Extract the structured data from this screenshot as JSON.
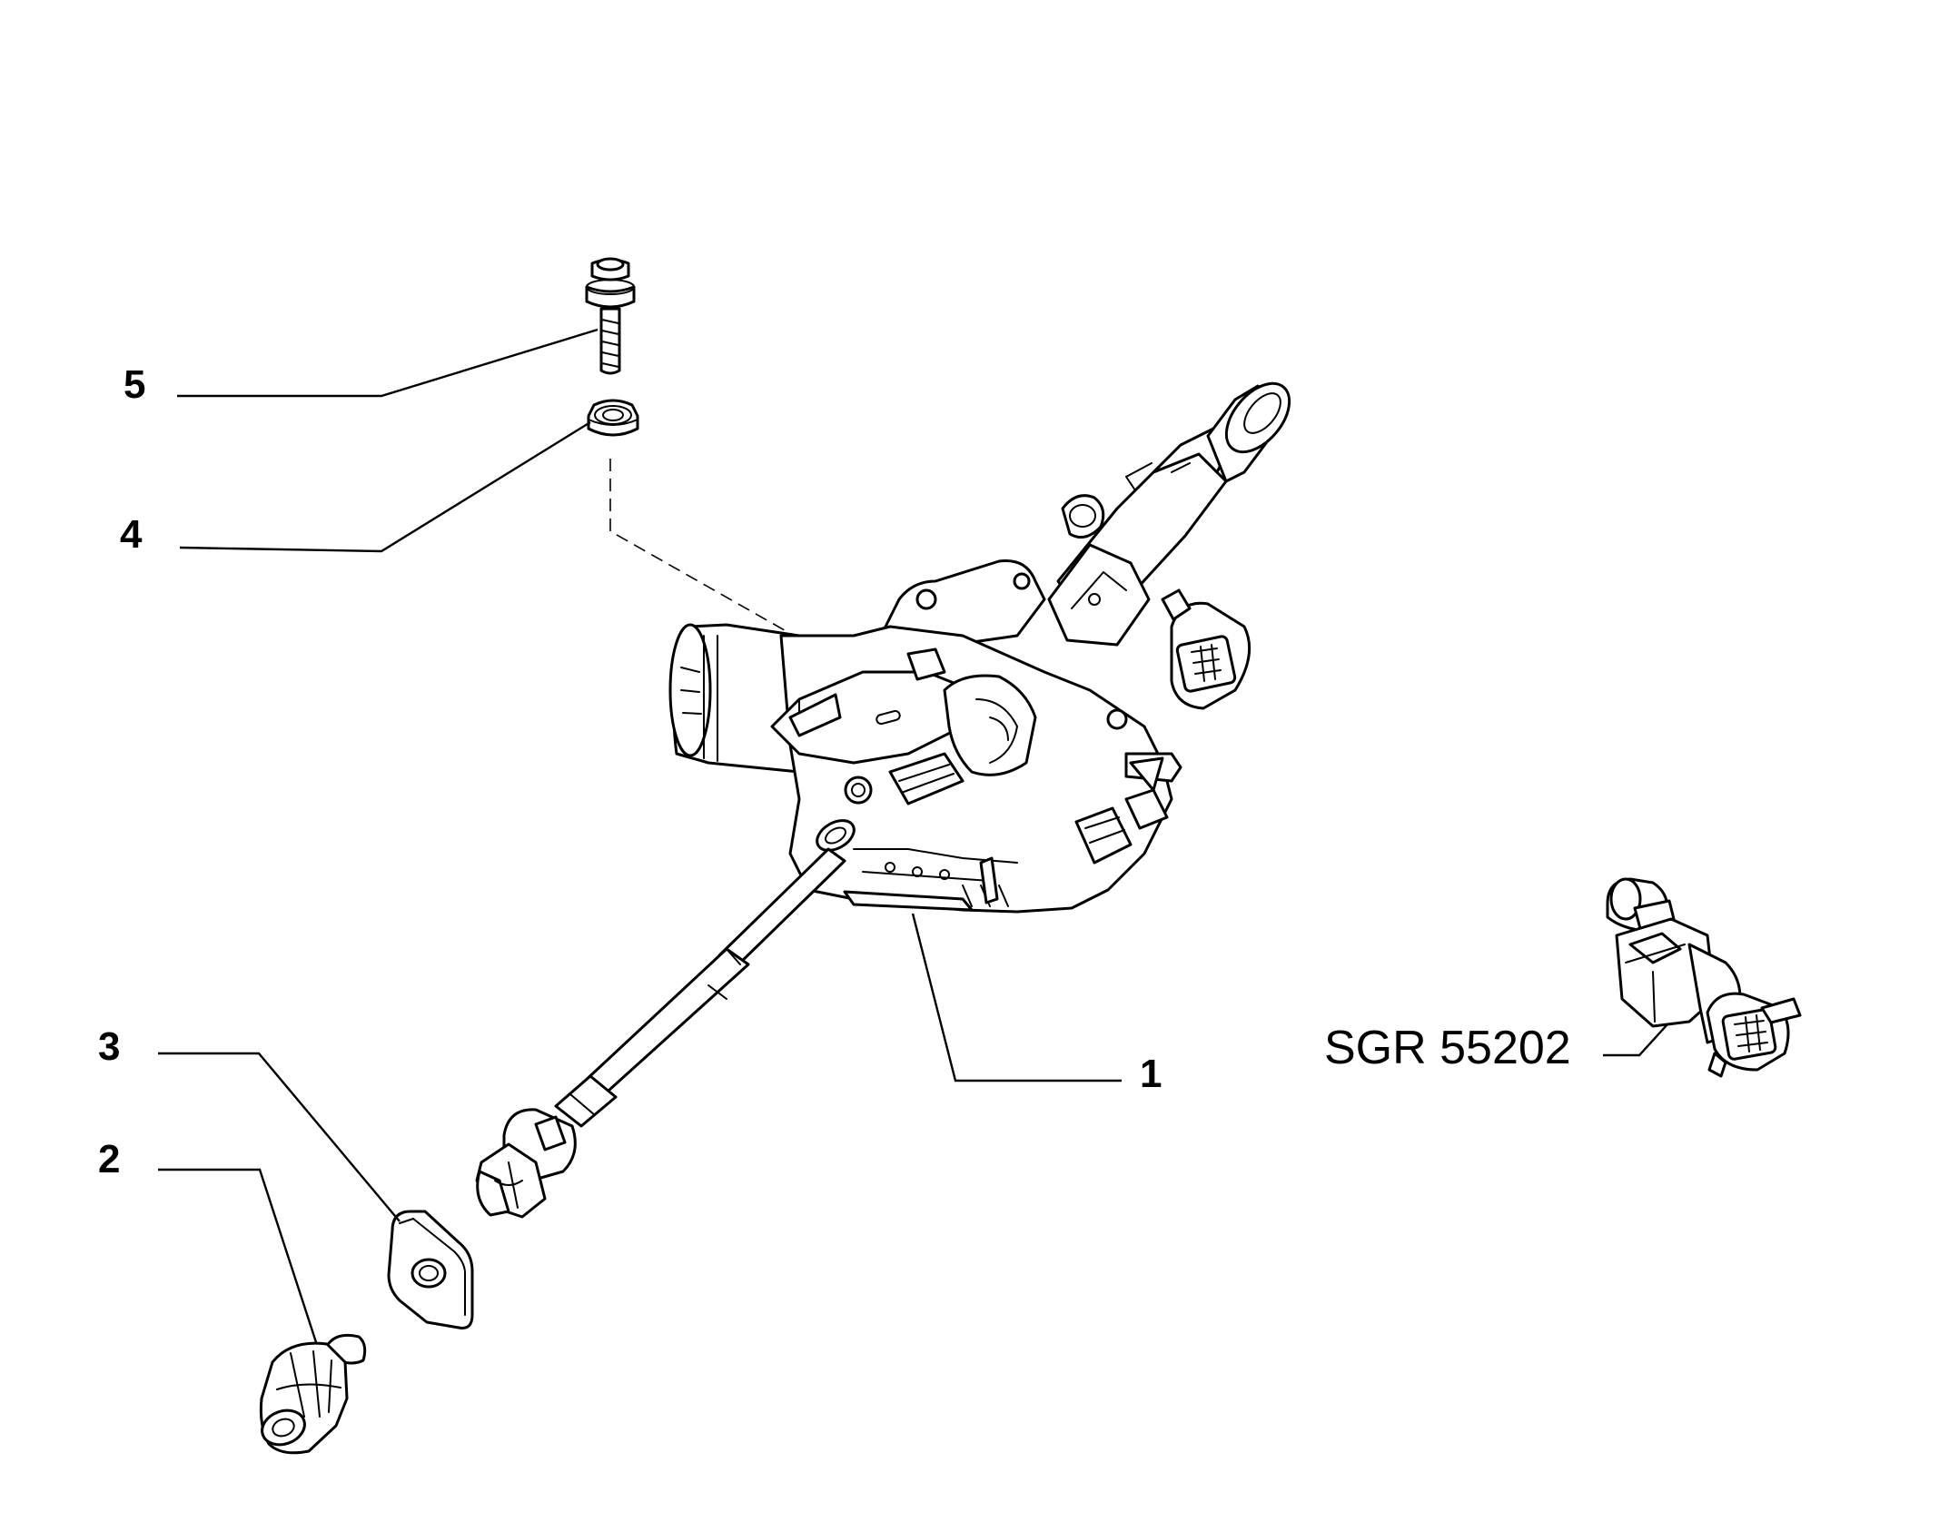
{
  "diagram": {
    "callouts": [
      {
        "id": "1",
        "label": "1"
      },
      {
        "id": "2",
        "label": "2"
      },
      {
        "id": "3",
        "label": "3"
      },
      {
        "id": "4",
        "label": "4"
      },
      {
        "id": "5",
        "label": "5"
      }
    ],
    "reference_code": "SGR 55202",
    "colors": {
      "line": "#000000",
      "background": "#ffffff"
    }
  }
}
